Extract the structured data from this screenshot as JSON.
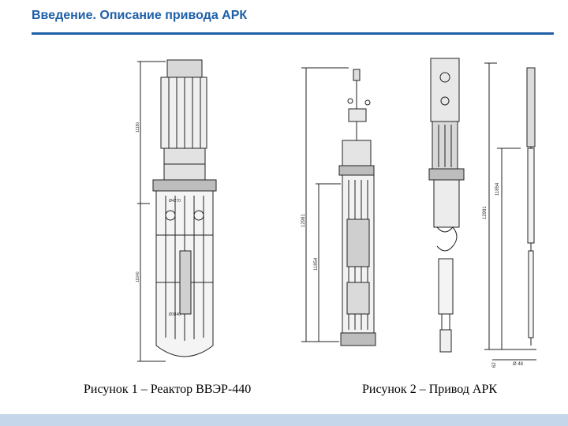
{
  "slide": {
    "title": "Введение. Описание привода АРК"
  },
  "figures": {
    "reactor": {
      "caption": "Рисунок 1 – Реактор ВВЭР-440",
      "dims": [
        "11190",
        "11640",
        "Ø4270",
        "Ø3840"
      ]
    },
    "drive": {
      "caption": "Рисунок 2 – Привод АРК",
      "dims_left": [
        "12981",
        "11854"
      ],
      "dims_right": [
        "12981",
        "11854",
        "62",
        "Ø 48"
      ]
    }
  },
  "colors": {
    "title": "#1f5fa8",
    "rule": "#1f5fa8",
    "footer": "#c5d6ea"
  }
}
